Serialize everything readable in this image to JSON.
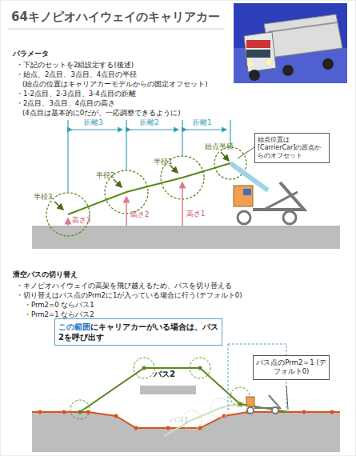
{
  "diagram": {
    "title": "64キノピオハイウェイのキャリアカー",
    "nodes": [
      {
        "text": [
          "始点位置は[CarrierCar]の原点からのオフセット"
        ]
      },
      {
        "text": [
          "この範囲",
          "にキャリアカーがいる場合は、パス2を呼び出す"
        ]
      },
      {
        "text": [
          "パス点のPrm2＝1 (デフォルト0)"
        ]
      }
    ],
    "labels": [
      "パラメータ",
      "・下記のセットを2組設定する(後述)",
      "・始点、2点目、3点目、4点目の半径",
      "(始点の位置はキャリアカーモデルからの固定オフセット)",
      "・1-2点目、2-3点目、3-4点目の距離",
      "・2点目、3点目、4点目の高さ",
      "(4点目は基本的に0だが、一応調整できるように)",
      "距離3",
      "距離2",
      "距離1",
      "始点半径",
      "半径1",
      "半径2",
      "半径3",
      "高さ1",
      "高さ2",
      "高さ3",
      "滑空パスの切り替え",
      "・キノピオハイウェイの高架を飛び越えるため、パスを切り替える",
      "・切り替えはパス点のPrm2に1が入っている場合に行う(デフォルト0)",
      "・Prm2=0 ならパス1",
      "・Prm2=1 ならパス2",
      "パス2",
      "パス1"
    ]
  }
}
